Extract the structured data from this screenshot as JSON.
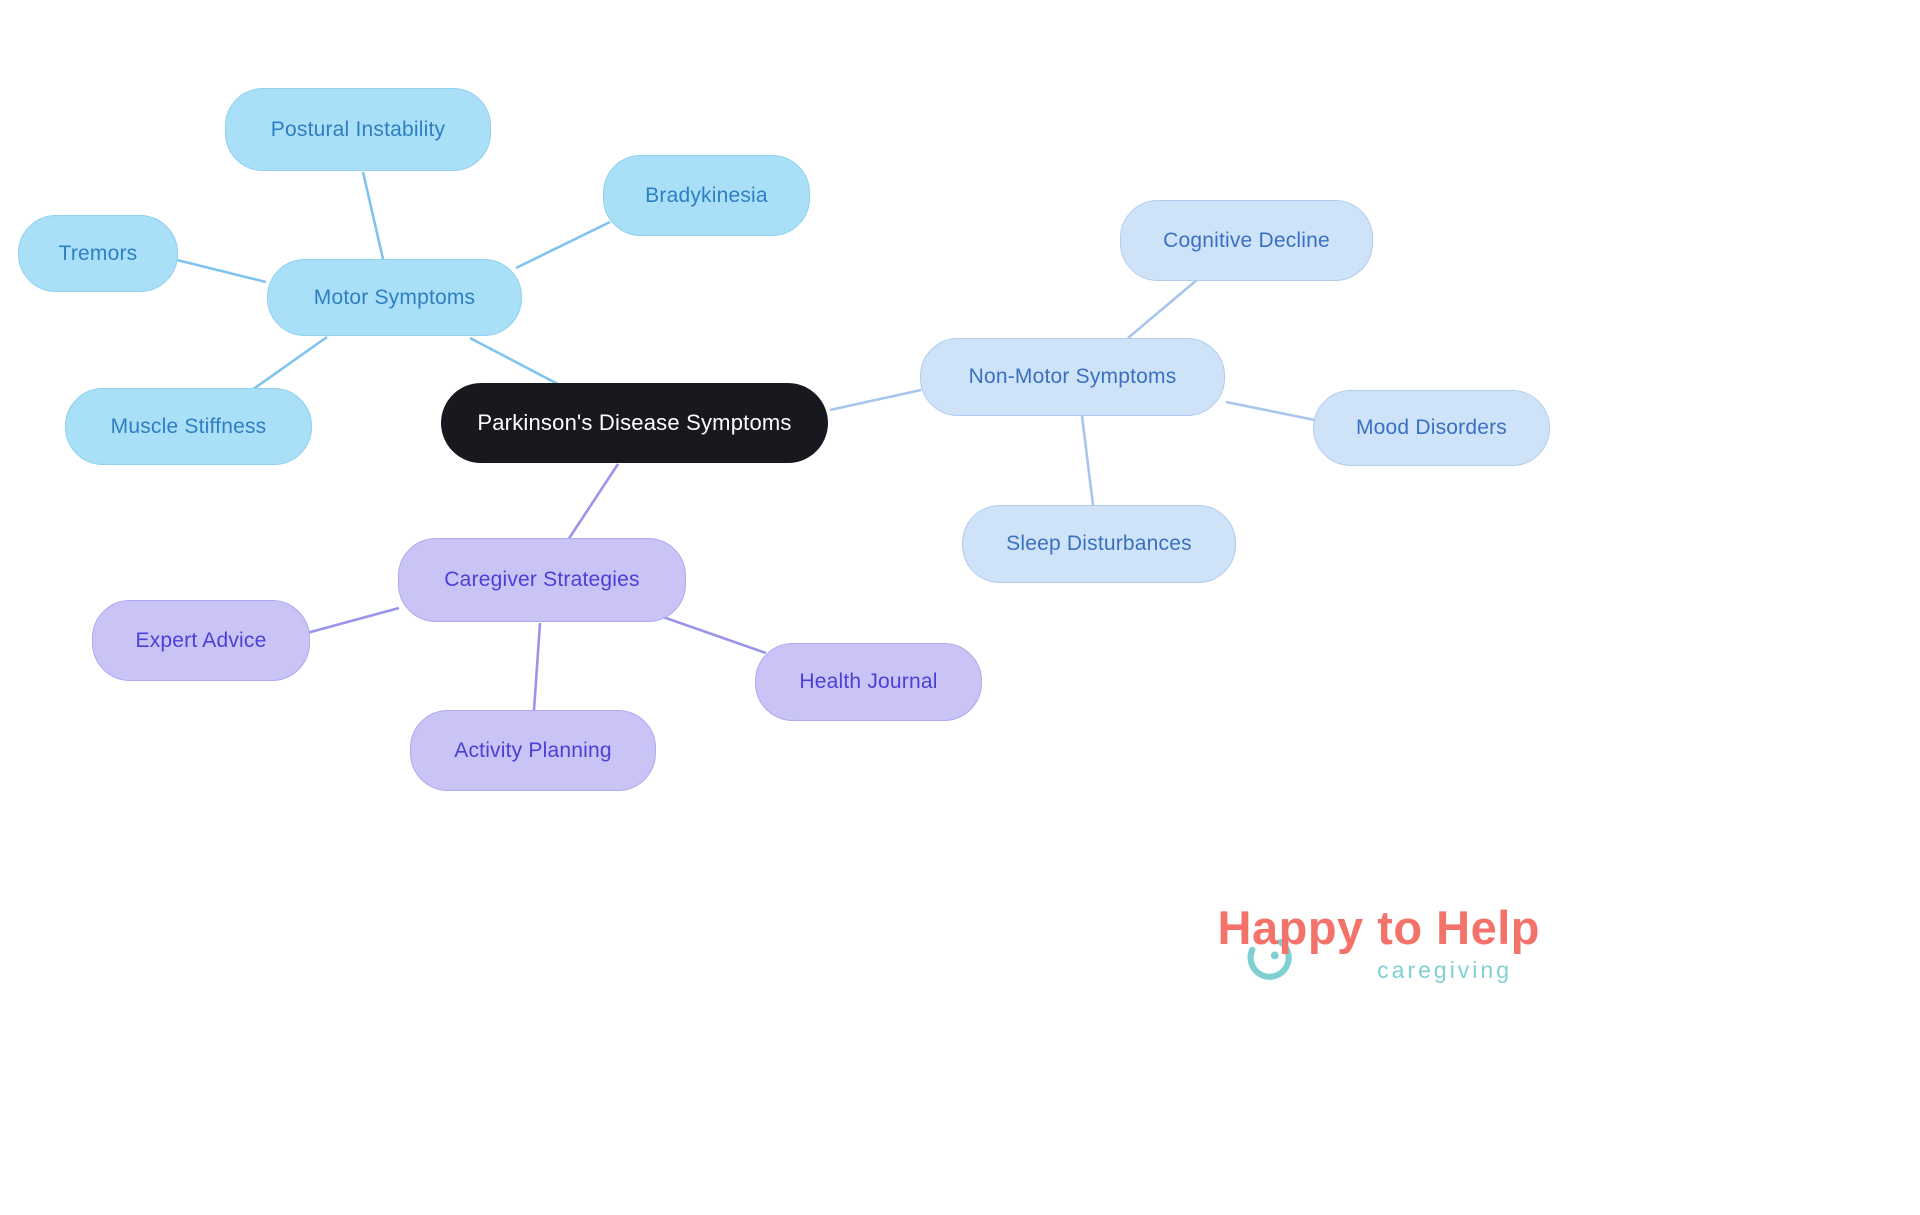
{
  "diagram": {
    "central": {
      "label": "Parkinson's Disease Symptoms"
    },
    "branches": {
      "motor": {
        "label": "Motor Symptoms",
        "children": {
          "postural_instability": {
            "label": "Postural Instability"
          },
          "bradykinesia": {
            "label": "Bradykinesia"
          },
          "tremors": {
            "label": "Tremors"
          },
          "muscle_stiffness": {
            "label": "Muscle Stiffness"
          }
        }
      },
      "non_motor": {
        "label": "Non-Motor Symptoms",
        "children": {
          "cognitive_decline": {
            "label": "Cognitive Decline"
          },
          "mood_disorders": {
            "label": "Mood Disorders"
          },
          "sleep_disturbances": {
            "label": "Sleep Disturbances"
          }
        }
      },
      "caregiver": {
        "label": "Caregiver Strategies",
        "children": {
          "expert_advice": {
            "label": "Expert Advice"
          },
          "activity_planning": {
            "label": "Activity Planning"
          },
          "health_journal": {
            "label": "Health Journal"
          }
        }
      }
    }
  },
  "logo": {
    "brand": "Happy to Help",
    "tagline": "caregiving"
  },
  "colors": {
    "central_bg": "#17191e",
    "central_text": "#ffffff",
    "motor_fill": "#aadff8",
    "motor_text": "#2e7fc2",
    "non_motor_fill": "#cfe3f8",
    "non_motor_text": "#3a70c2",
    "caregiver_fill": "#c9c4f5",
    "caregiver_text": "#4b3fd6",
    "edge_motor": "#7fc3ee",
    "edge_non_motor": "#a6c6ee",
    "edge_caregiver": "#9b95ea",
    "logo_brand": "#f3736b",
    "logo_tagline": "#80d0d2"
  }
}
